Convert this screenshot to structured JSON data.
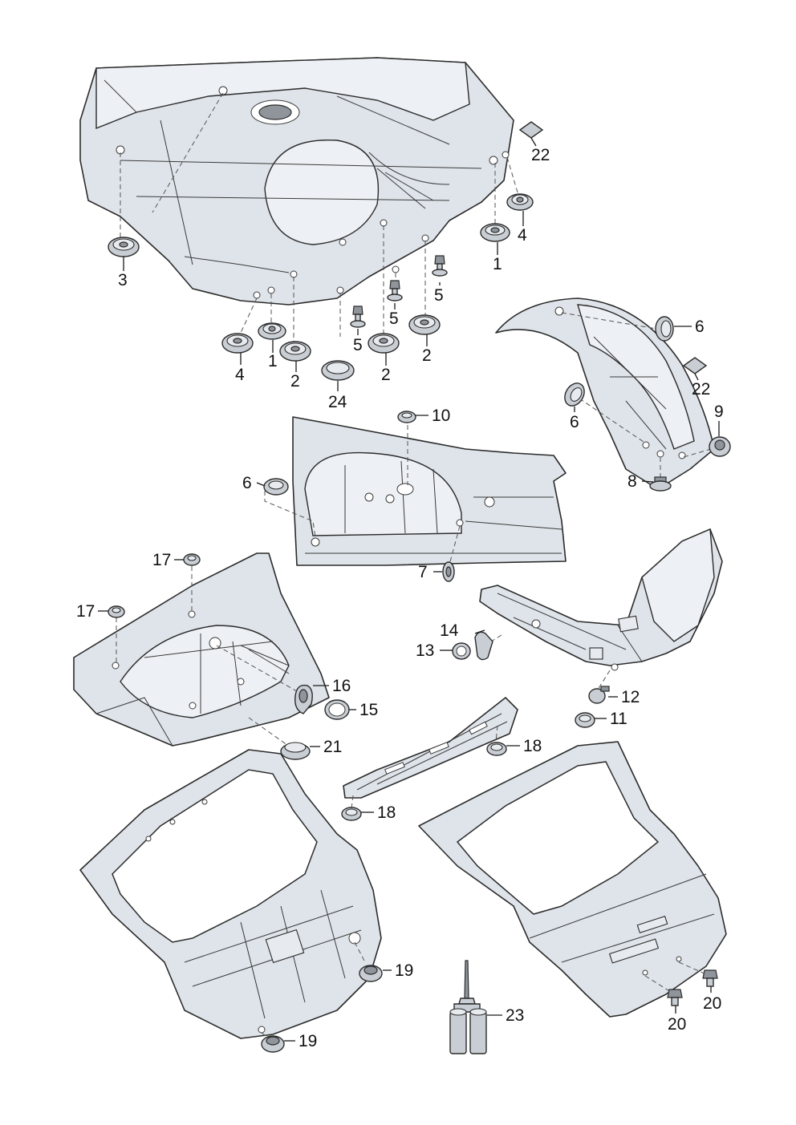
{
  "callouts": [
    {
      "id": "c1a",
      "text": "1"
    },
    {
      "id": "c1b",
      "text": "1"
    },
    {
      "id": "c2a",
      "text": "2"
    },
    {
      "id": "c2b",
      "text": "2"
    },
    {
      "id": "c2c",
      "text": "2"
    },
    {
      "id": "c3",
      "text": "3"
    },
    {
      "id": "c4a",
      "text": "4"
    },
    {
      "id": "c4b",
      "text": "4"
    },
    {
      "id": "c5a",
      "text": "5"
    },
    {
      "id": "c5b",
      "text": "5"
    },
    {
      "id": "c5c",
      "text": "5"
    },
    {
      "id": "c6a",
      "text": "6"
    },
    {
      "id": "c6b",
      "text": "6"
    },
    {
      "id": "c6c",
      "text": "6"
    },
    {
      "id": "c7",
      "text": "7"
    },
    {
      "id": "c8",
      "text": "8"
    },
    {
      "id": "c9",
      "text": "9"
    },
    {
      "id": "c10",
      "text": "10"
    },
    {
      "id": "c11",
      "text": "11"
    },
    {
      "id": "c12",
      "text": "12"
    },
    {
      "id": "c13",
      "text": "13"
    },
    {
      "id": "c14",
      "text": "14"
    },
    {
      "id": "c15",
      "text": "15"
    },
    {
      "id": "c16",
      "text": "16"
    },
    {
      "id": "c17a",
      "text": "17"
    },
    {
      "id": "c17b",
      "text": "17"
    },
    {
      "id": "c18a",
      "text": "18"
    },
    {
      "id": "c18b",
      "text": "18"
    },
    {
      "id": "c19a",
      "text": "19"
    },
    {
      "id": "c19b",
      "text": "19"
    },
    {
      "id": "c20a",
      "text": "20"
    },
    {
      "id": "c20b",
      "text": "20"
    },
    {
      "id": "c21",
      "text": "21"
    },
    {
      "id": "c22a",
      "text": "22"
    },
    {
      "id": "c22b",
      "text": "22"
    },
    {
      "id": "c23",
      "text": "23"
    },
    {
      "id": "c24",
      "text": "24"
    }
  ]
}
